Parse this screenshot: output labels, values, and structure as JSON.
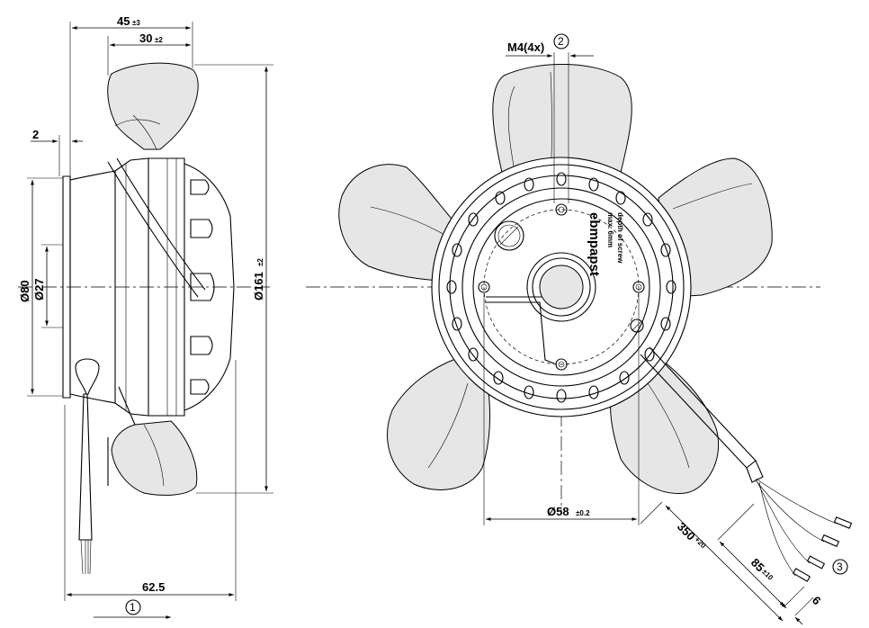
{
  "side_view": {
    "overall_depth": {
      "value": "45",
      "tolerance": "±3"
    },
    "impeller_depth": {
      "value": "30",
      "tolerance": "±2"
    },
    "offset": "2",
    "dia_80": "Ø80",
    "dia_27": "Ø27",
    "dia_161": {
      "value": "Ø161",
      "tolerance": "±2"
    },
    "mount_length": "62.5",
    "airflow_marker": "1"
  },
  "front_view": {
    "thread": "M4(4x)",
    "thread_marker": "2",
    "dia_58": {
      "value": "Ø58",
      "tolerance": "±0.2"
    },
    "cable_length": {
      "value": "350",
      "tolerance": "+20"
    },
    "strip_length": {
      "value": "85",
      "tolerance": "±10"
    },
    "end_strip": "6",
    "lead_marker": "3",
    "brand": "ebmpapst",
    "screw_note_line1": "max. 6mm",
    "screw_note_line2": "depth of screw"
  }
}
